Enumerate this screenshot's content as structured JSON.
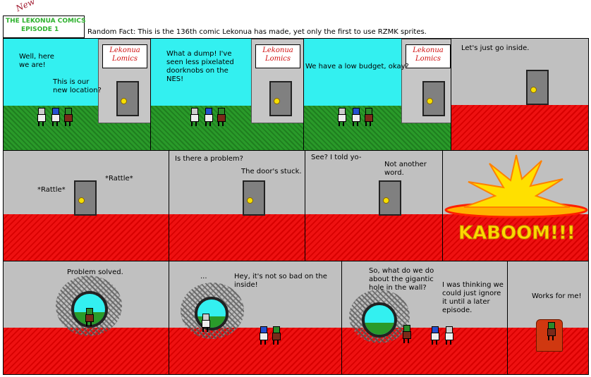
{
  "header": {
    "new_tag": "New",
    "title": "THE LEKONUA COMICS",
    "episode": "EPISODE 1",
    "random_fact": "Random Fact: This is the 136th comic Lekonua has made, yet only the first to use RZMK sprites."
  },
  "sign_text": "Lekonua Lomics",
  "panels": {
    "p1": {
      "a": "Well, here we are!",
      "b": "This is our new location?"
    },
    "p2": {
      "a": "What a dump! I've seen less pixelated doorknobs on the NES!"
    },
    "p3": {
      "a": "We have a low budget, okay?"
    },
    "p4": {
      "a": "Let's just go inside."
    },
    "p5": {
      "a": "*Rattle*",
      "b": "*Rattle*"
    },
    "p6": {
      "a": "Is there a problem?",
      "b": "The door's stuck."
    },
    "p7": {
      "a": "See? I told yo-",
      "b": "Not another word."
    },
    "p8": {
      "a": "KABOOM!!!"
    },
    "p9": {
      "a": "Problem solved."
    },
    "p10": {
      "a": "...",
      "b": "Hey, it's not so bad on the inside!"
    },
    "p11": {
      "a": "So, what do we do about the gigantic hole in the wall?",
      "b": "I was thinking we could just ignore it until a later episode."
    },
    "p12": {
      "a": "Works for me!"
    }
  },
  "colors": {
    "sky": "#33f0f0",
    "grass": "#2a9a2a",
    "floor": "#ee1111",
    "title_green": "#2cb12c",
    "kaboom": "#ffd800"
  }
}
